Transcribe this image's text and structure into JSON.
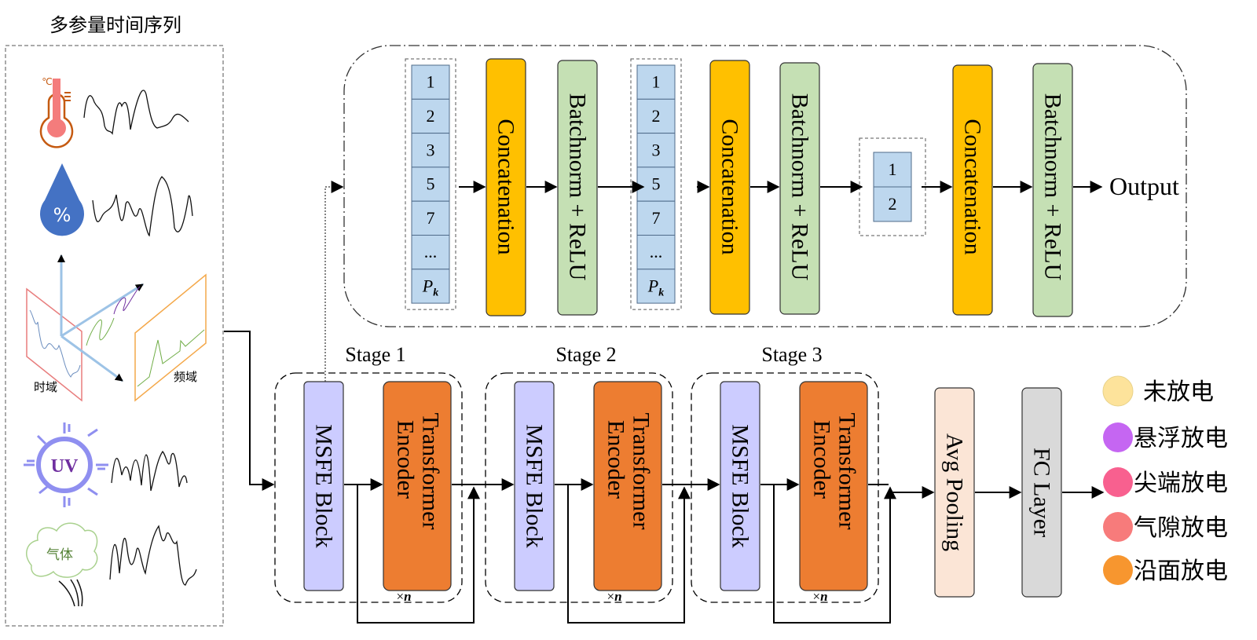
{
  "input_panel": {
    "title": "多参量时间序列",
    "sensors": [
      {
        "name": "temperature",
        "icon": "thermometer-icon",
        "label": "℃"
      },
      {
        "name": "humidity",
        "icon": "water-drop-icon",
        "label": "%"
      },
      {
        "name": "time-frequency",
        "icon": "time-frequency-icon",
        "time_label": "时域",
        "freq_label": "频域"
      },
      {
        "name": "ultraviolet",
        "icon": "uv-sun-icon",
        "label": "UV"
      },
      {
        "name": "gas",
        "icon": "gas-cloud-icon",
        "label": "气体"
      }
    ]
  },
  "msfe_detail": {
    "group1": {
      "cells": [
        "1",
        "2",
        "3",
        "5",
        "7",
        "...",
        "P",
        "k"
      ]
    },
    "group2": {
      "cells": [
        "1",
        "2",
        "3",
        "5",
        "7",
        "...",
        "P",
        "k"
      ]
    },
    "group3": {
      "cells": [
        "1",
        "2"
      ]
    },
    "concat_label": "Concatenation",
    "bn_label": "Batchnorm + ReLU",
    "output_label": "Output"
  },
  "stages": [
    {
      "title": "Stage 1",
      "msfe_label": "MSFE Block",
      "encoder_line1": "Transformer",
      "encoder_line2": "Encoder",
      "repeat_label": "×",
      "repeat_var": "n"
    },
    {
      "title": "Stage 2",
      "msfe_label": "MSFE Block",
      "encoder_line1": "Transformer",
      "encoder_line2": "Encoder",
      "repeat_label": "×",
      "repeat_var": "n"
    },
    {
      "title": "Stage 3",
      "msfe_label": "MSFE Block",
      "encoder_line1": "Transformer",
      "encoder_line2": "Encoder",
      "repeat_label": "×",
      "repeat_var": "n"
    }
  ],
  "head": {
    "pool_label": "Avg Pooling",
    "fc_label": "FC Layer"
  },
  "classes": [
    {
      "label": "未放电",
      "color": "#FDE39B"
    },
    {
      "label": "悬浮放电",
      "color": "#C566F2"
    },
    {
      "label": "尖端放电",
      "color": "#F8608F"
    },
    {
      "label": "气隙放电",
      "color": "#F77B7B"
    },
    {
      "label": "沿面放电",
      "color": "#F7962F"
    }
  ],
  "colors": {
    "cell_fill": "#BDD7EE",
    "concat_fill": "#FFC000",
    "bn_fill": "#C5E0B4",
    "msfe_fill": "#CCCCFF",
    "encoder_fill": "#ED7D31",
    "pool_fill": "#FBE5D6",
    "fc_fill": "#D9D9D9"
  }
}
